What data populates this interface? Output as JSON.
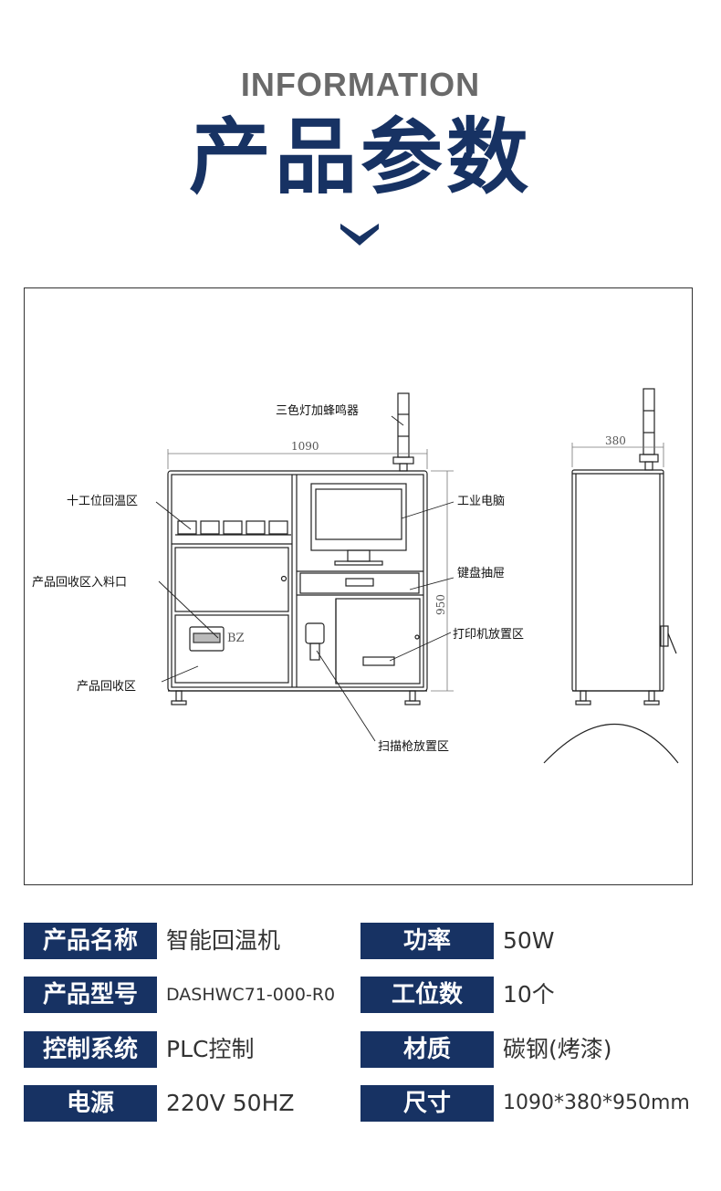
{
  "header": {
    "eyebrow": "INFORMATION",
    "title": "产品参数"
  },
  "diagram": {
    "callouts": {
      "light": "三色灯加蜂鸣器",
      "ten_station": "十工位回温区",
      "computer": "工业电脑",
      "intake": "产品回收区入料口",
      "keyboard": "键盘抽屉",
      "printer": "打印机放置区",
      "recycle": "产品回收区",
      "scanner": "扫描枪放置区"
    },
    "dimensions": {
      "width": "1090",
      "height": "950",
      "depth": "380"
    },
    "marker": "BZ"
  },
  "specs": [
    {
      "key": "产品名称",
      "value": "智能回温机"
    },
    {
      "key": "功率",
      "value": "50W"
    },
    {
      "key": "产品型号",
      "value": "DASHWC71-000-R0"
    },
    {
      "key": "工位数",
      "value": "10个"
    },
    {
      "key": "控制系统",
      "value": "PLC控制"
    },
    {
      "key": "材质",
      "value": "碳钢(烤漆)"
    },
    {
      "key": "电源",
      "value": "220V 50HZ"
    },
    {
      "key": "尺寸",
      "value": "1090*380*950mm"
    }
  ],
  "colors": {
    "brand_navy": "#173263",
    "eyebrow_gray": "#6a6a6a"
  }
}
